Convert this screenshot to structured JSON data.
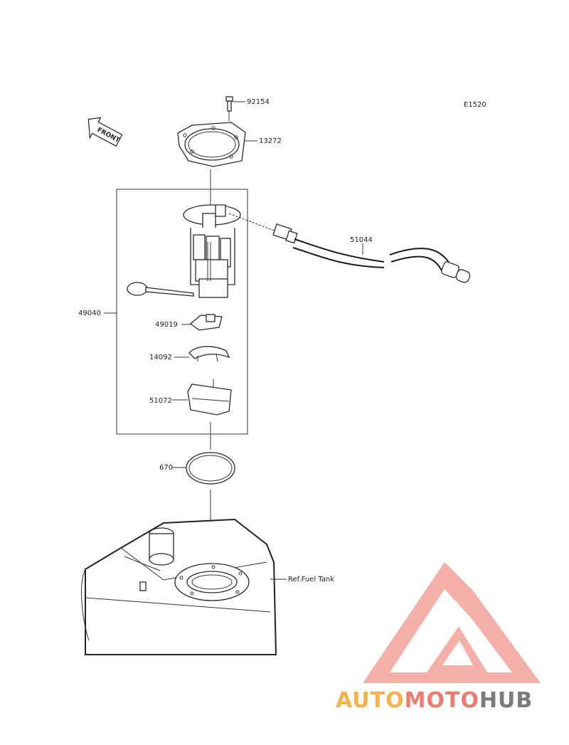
{
  "diagram": {
    "code": "E1520",
    "front_label": "FRONT",
    "parts": [
      {
        "id": "bolt",
        "number": "92154"
      },
      {
        "id": "plate",
        "number": "13272"
      },
      {
        "id": "hose",
        "number": "51044"
      },
      {
        "id": "pump_assy",
        "number": "49040"
      },
      {
        "id": "filter",
        "number": "49019"
      },
      {
        "id": "bracket",
        "number": "14092"
      },
      {
        "id": "cup",
        "number": "51072"
      },
      {
        "id": "oring",
        "number": "670"
      }
    ],
    "reference": "Ref.Fuel Tank"
  },
  "watermark": {
    "part1": "AUTO",
    "part2": "MOTO",
    "part3": "HUB",
    "colors": {
      "auto": "#f6b24a",
      "moto": "#f07a6e",
      "hub": "#7a7a7a",
      "logo": "#f3a29b"
    }
  }
}
